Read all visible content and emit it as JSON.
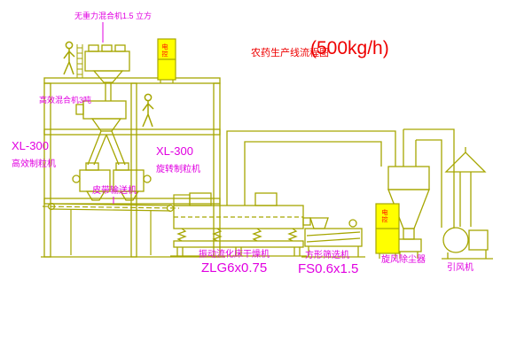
{
  "title": {
    "name": "农药生产线流程图",
    "capacity": "(500kg/h)"
  },
  "labels": {
    "top_mixer": "无重力混合机1.5 立方",
    "mid_mixer": "高效混合机3吨",
    "granulator_left_model": "XL-300",
    "granulator_left_name": "高效制粒机",
    "granulator_right_model": "XL-300",
    "granulator_right_name": "旋转制粒机",
    "belt_conveyor": "皮带输送机",
    "dryer_name": "振动流化床干燥机",
    "dryer_model": "ZLG6x0.75",
    "sieve_name": "方形筛选机",
    "sieve_model": "FS0.6x1.5",
    "cyclone": "旋风除尘器",
    "fan": "引风机"
  },
  "cabinets": {
    "top": "电控",
    "right": "电控"
  },
  "colors": {
    "line": "#a6a600",
    "label": "#e100e1",
    "title": "#ee0000",
    "cabinet_fill": "#ffff00",
    "cabinet_text": "#ff0000",
    "background": "#ffffff"
  }
}
